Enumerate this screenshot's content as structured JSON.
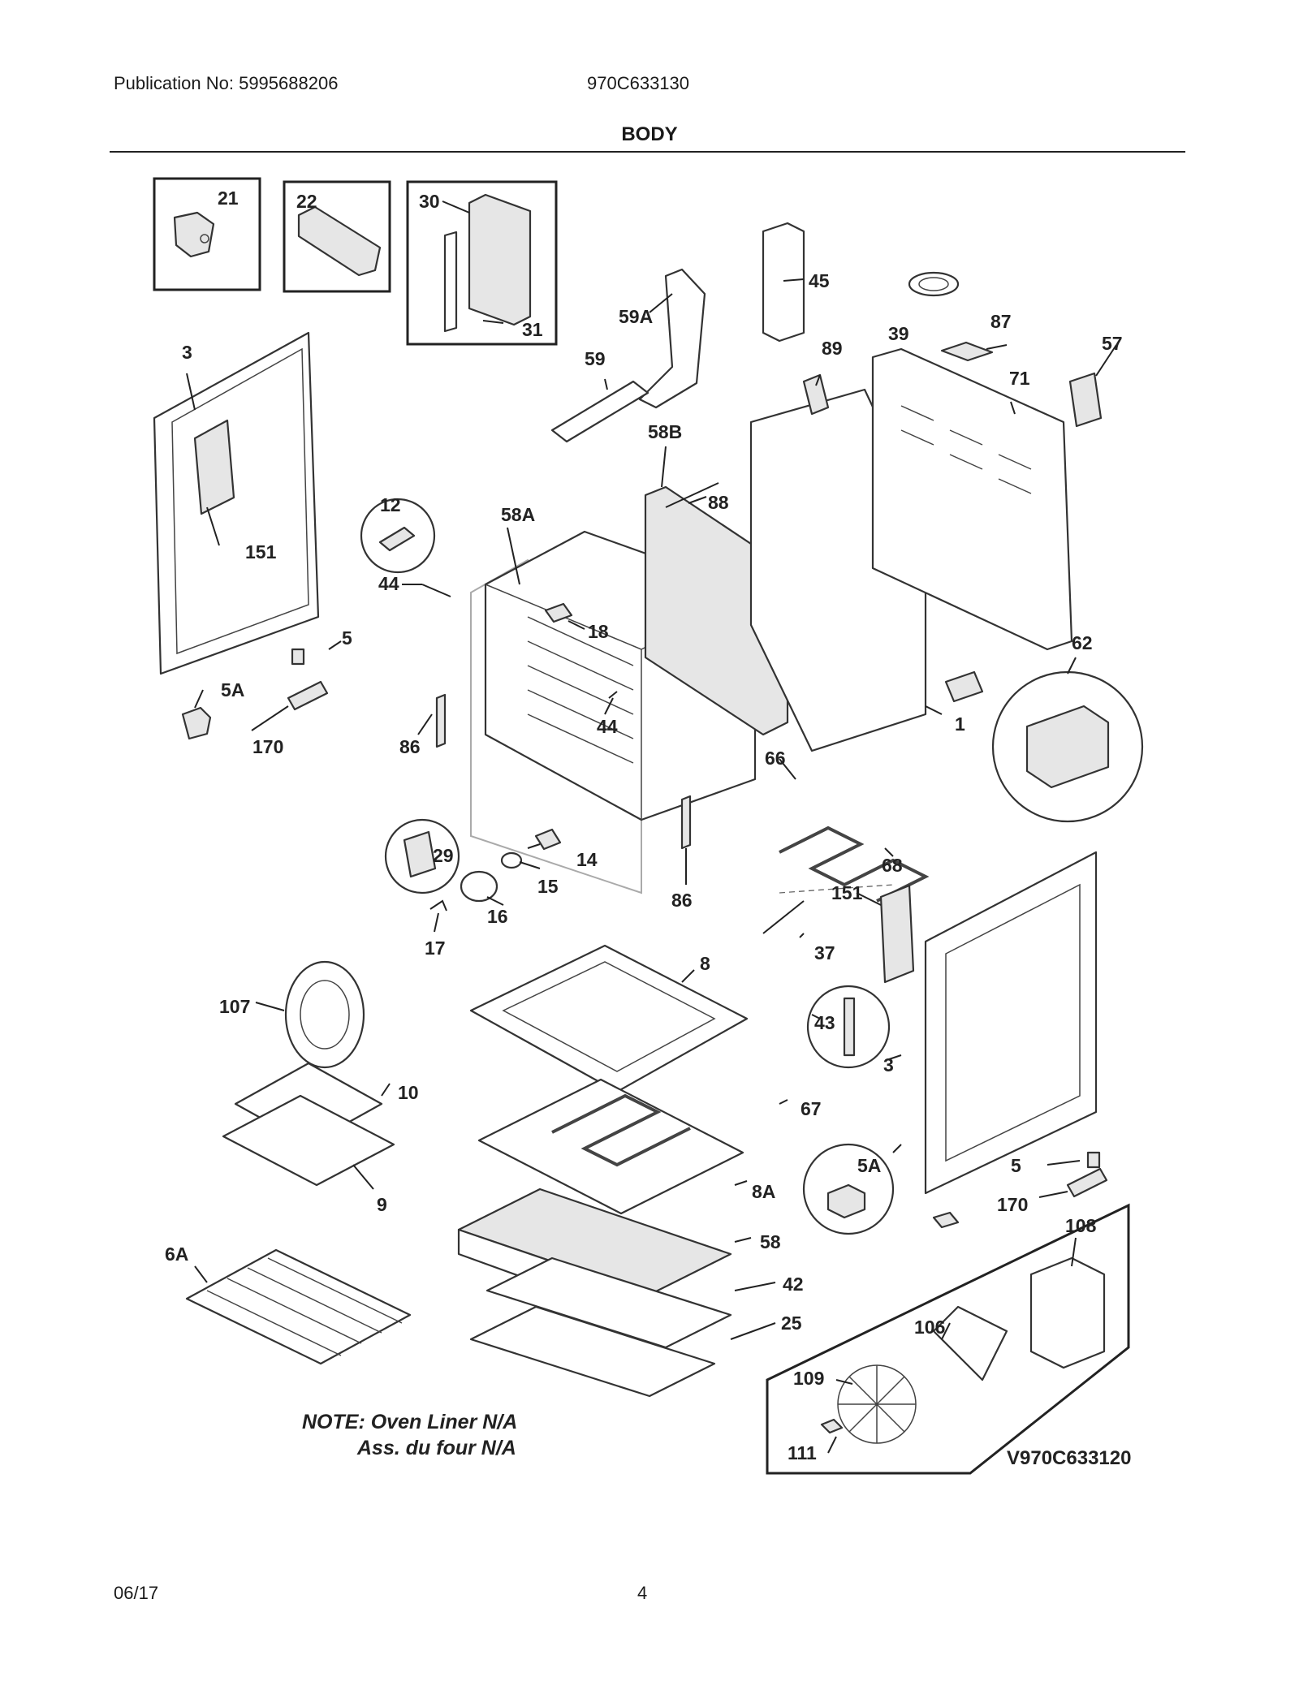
{
  "header": {
    "publication": "Publication No: 5995688206",
    "model": "970C633130",
    "title": "BODY"
  },
  "footer": {
    "date": "06/17",
    "page": "4"
  },
  "note": {
    "line1": "NOTE: Oven Liner N/A",
    "line2": "Ass. du four N/A"
  },
  "diagram_code": "V970C633120",
  "labels": {
    "p21": "21",
    "p22": "22",
    "p30": "30",
    "p31": "31",
    "p45": "45",
    "p59a": "59A",
    "p39": "39",
    "p87": "87",
    "p57": "57",
    "p3_left": "3",
    "p59": "59",
    "p89": "89",
    "p71": "71",
    "p58b": "58B",
    "p88": "88",
    "p12": "12",
    "p58a": "58A",
    "p151_left": "151",
    "p44_left": "44",
    "p18": "18",
    "p5_left": "5",
    "p62": "62",
    "p5a_left": "5A",
    "p170_left": "170",
    "p86_left": "86",
    "p44_mid": "44",
    "p1": "1",
    "p66": "66",
    "p29": "29",
    "p14": "14",
    "p15": "15",
    "p68": "68",
    "p16": "16",
    "p86_mid": "86",
    "p151_right": "151",
    "p17": "17",
    "p37": "37",
    "p8": "8",
    "p107": "107",
    "p43": "43",
    "p3_right": "3",
    "p10": "10",
    "p67": "67",
    "p5a_right": "5A",
    "p9": "9",
    "p8a": "8A",
    "p5_right": "5",
    "p170_right": "170",
    "p108": "108",
    "p58": "58",
    "p6a": "6A",
    "p42": "42",
    "p106": "106",
    "p25": "25",
    "p109": "109",
    "p111": "111"
  }
}
